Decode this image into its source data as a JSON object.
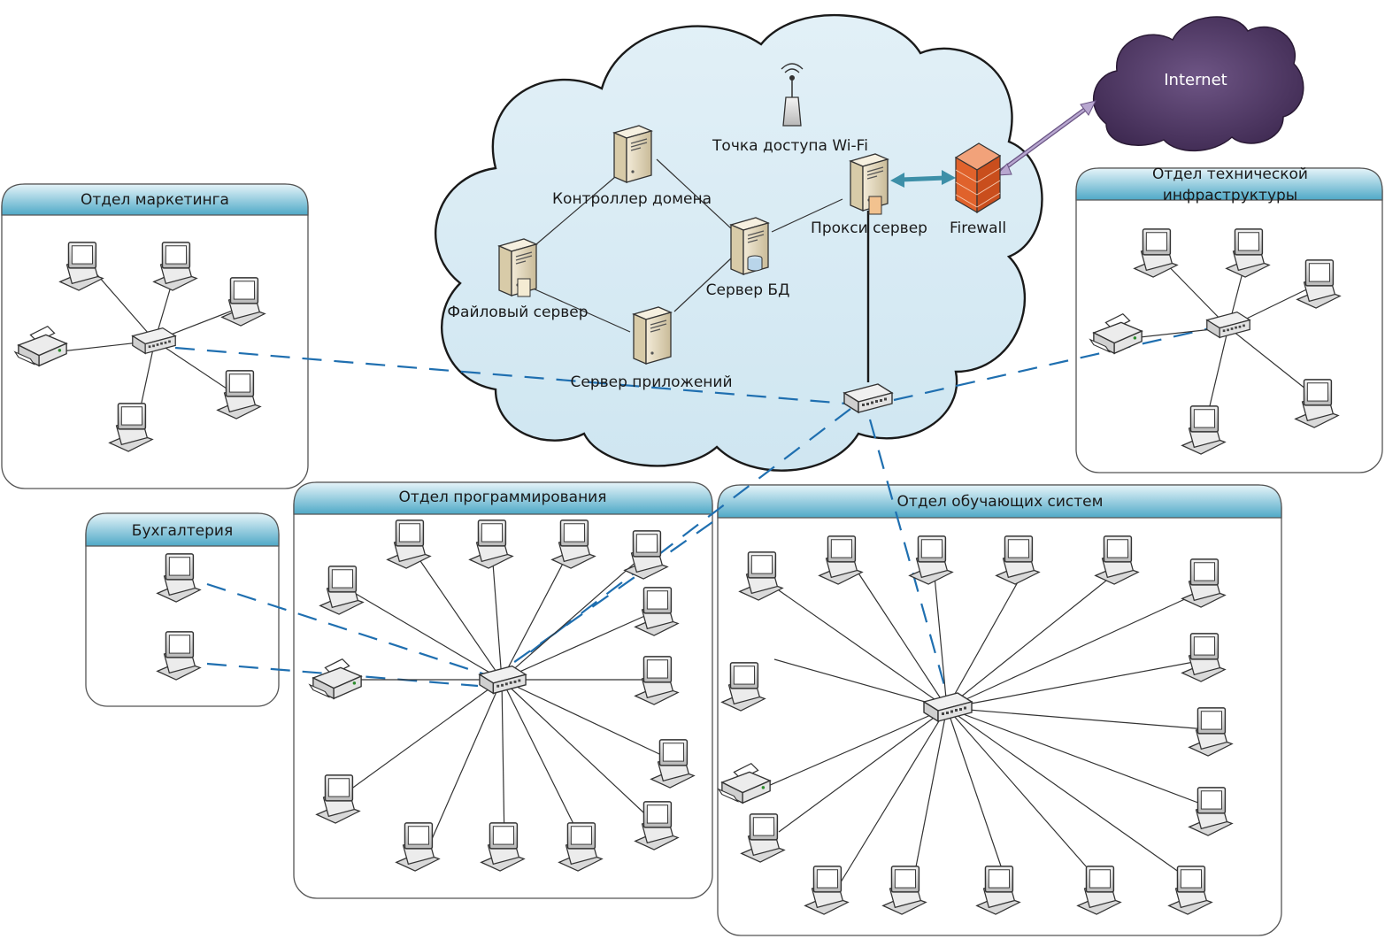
{
  "internet": {
    "label": "Internet"
  },
  "core": {
    "wifi_label": "Точка доступа Wi-Fi",
    "domain_controller_label": "Контроллер домена",
    "proxy_label": "Прокси сервер",
    "firewall_label": "Firewall",
    "file_server_label": "Файловый сервер",
    "db_server_label": "Сервер БД",
    "app_server_label": "Сервер приложений"
  },
  "departments": {
    "marketing": {
      "title": "Отдел маркетинга"
    },
    "tech_infra": {
      "title_line1": "Отдел технической",
      "title_line2": "инфраструктуры"
    },
    "accounting": {
      "title": "Бухгалтерия"
    },
    "programming": {
      "title": "Отдел программирования"
    },
    "learning": {
      "title": "Отдел обучающих систем"
    }
  },
  "colors": {
    "panel_header": "#5cb3cf",
    "cloud_fill": "#dcedf5",
    "internet_cloud": "#5b3f6e",
    "dashed_link": "#1f6fb0",
    "firewall": "#e0622b"
  }
}
